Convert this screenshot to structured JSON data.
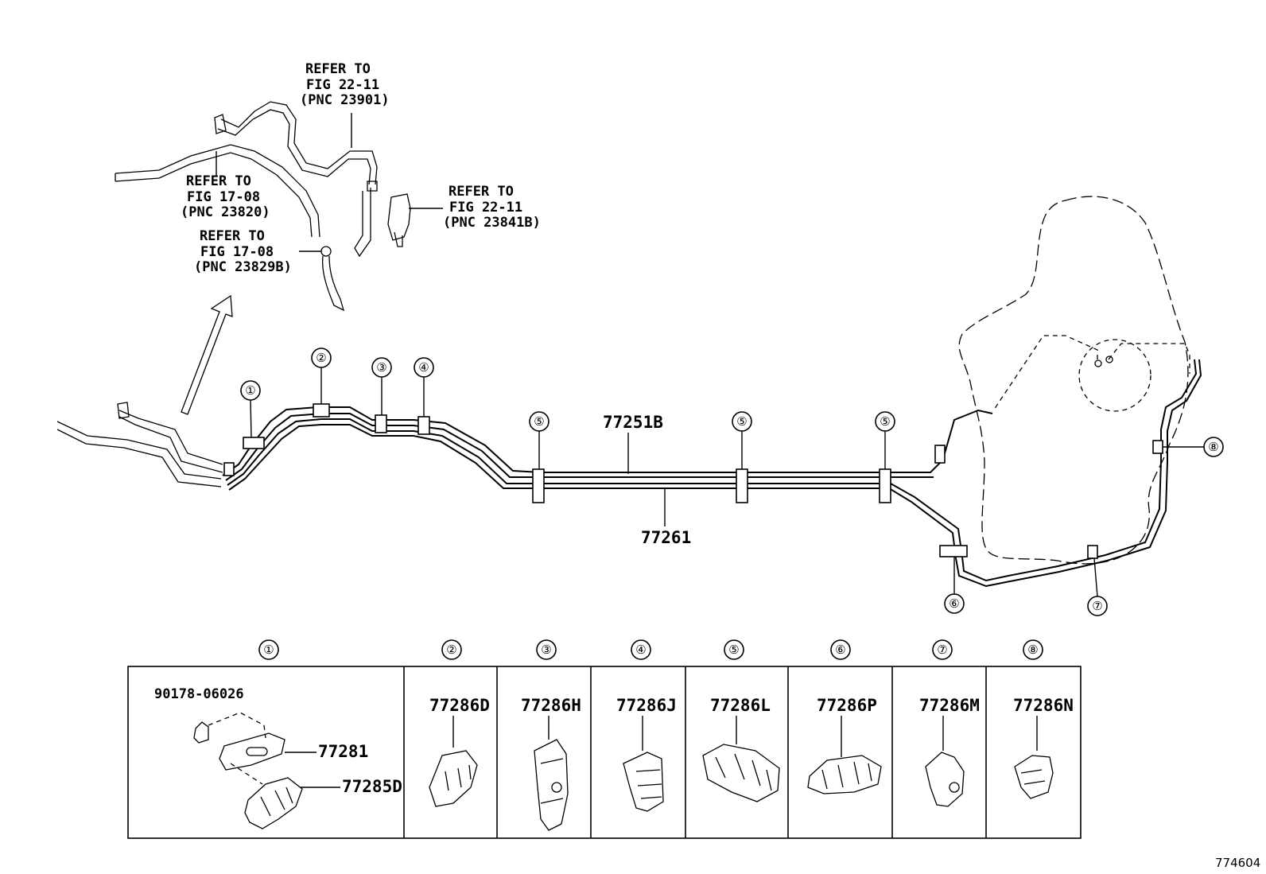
{
  "refs": {
    "ref1": {
      "line1": "REFER TO",
      "line2": "FIG 22-11",
      "line3": "(PNC 23901)"
    },
    "ref2": {
      "line1": "REFER TO",
      "line2": "FIG 17-08",
      "line3": "(PNC 23820)"
    },
    "ref3": {
      "line1": "REFER TO",
      "line2": "FIG 22-11",
      "line3": "(PNC 23841B)"
    },
    "ref4": {
      "line1": "REFER TO",
      "line2": "FIG 17-08",
      "line3": "(PNC 23829B)"
    }
  },
  "main": {
    "tube_upper": "77251B",
    "tube_lower": "77261"
  },
  "callouts": [
    "①",
    "②",
    "③",
    "④",
    "⑤",
    "⑥",
    "⑦",
    "⑧"
  ],
  "table": {
    "headers": [
      "①",
      "②",
      "③",
      "④",
      "⑤",
      "⑥",
      "⑦",
      "⑧"
    ],
    "cell1": {
      "bolt": "90178-06026",
      "bracket": "77281",
      "clamp": "77285D"
    },
    "parts": [
      "77286D",
      "77286H",
      "77286J",
      "77286L",
      "77286P",
      "77286M",
      "77286N"
    ]
  },
  "figure_id": "774604"
}
